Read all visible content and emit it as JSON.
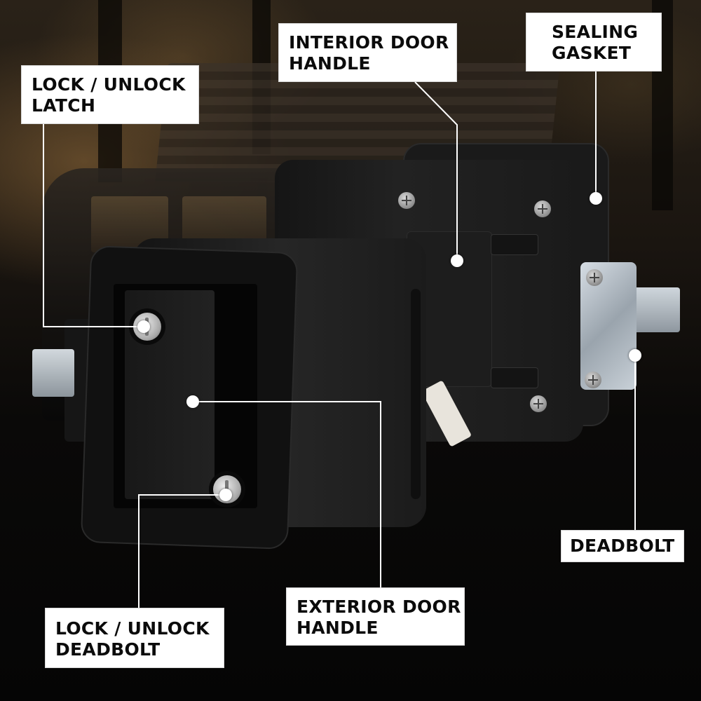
{
  "callouts": [
    {
      "id": "lock-unlock-latch",
      "line1": "LOCK / UNLOCK",
      "line2": "LATCH"
    },
    {
      "id": "interior-door-handle",
      "line1": "INTERIOR DOOR",
      "line2": "HANDLE"
    },
    {
      "id": "sealing-gasket",
      "line1": "SEALING",
      "line2": "GASKET"
    },
    {
      "id": "deadbolt",
      "line1": "DEADBOLT"
    },
    {
      "id": "exterior-door-handle",
      "line1": "EXTERIOR DOOR",
      "line2": "HANDLE"
    },
    {
      "id": "lock-unlock-deadbolt",
      "line1": "LOCK / UNLOCK",
      "line2": "DEADBOLT"
    }
  ],
  "colors": {
    "label_bg": "#ffffff",
    "label_text": "#0b0b0b",
    "leader_line": "#ffffff",
    "product": "#1a1a1a",
    "metal": "#c9d1d8",
    "background": "#070707"
  }
}
